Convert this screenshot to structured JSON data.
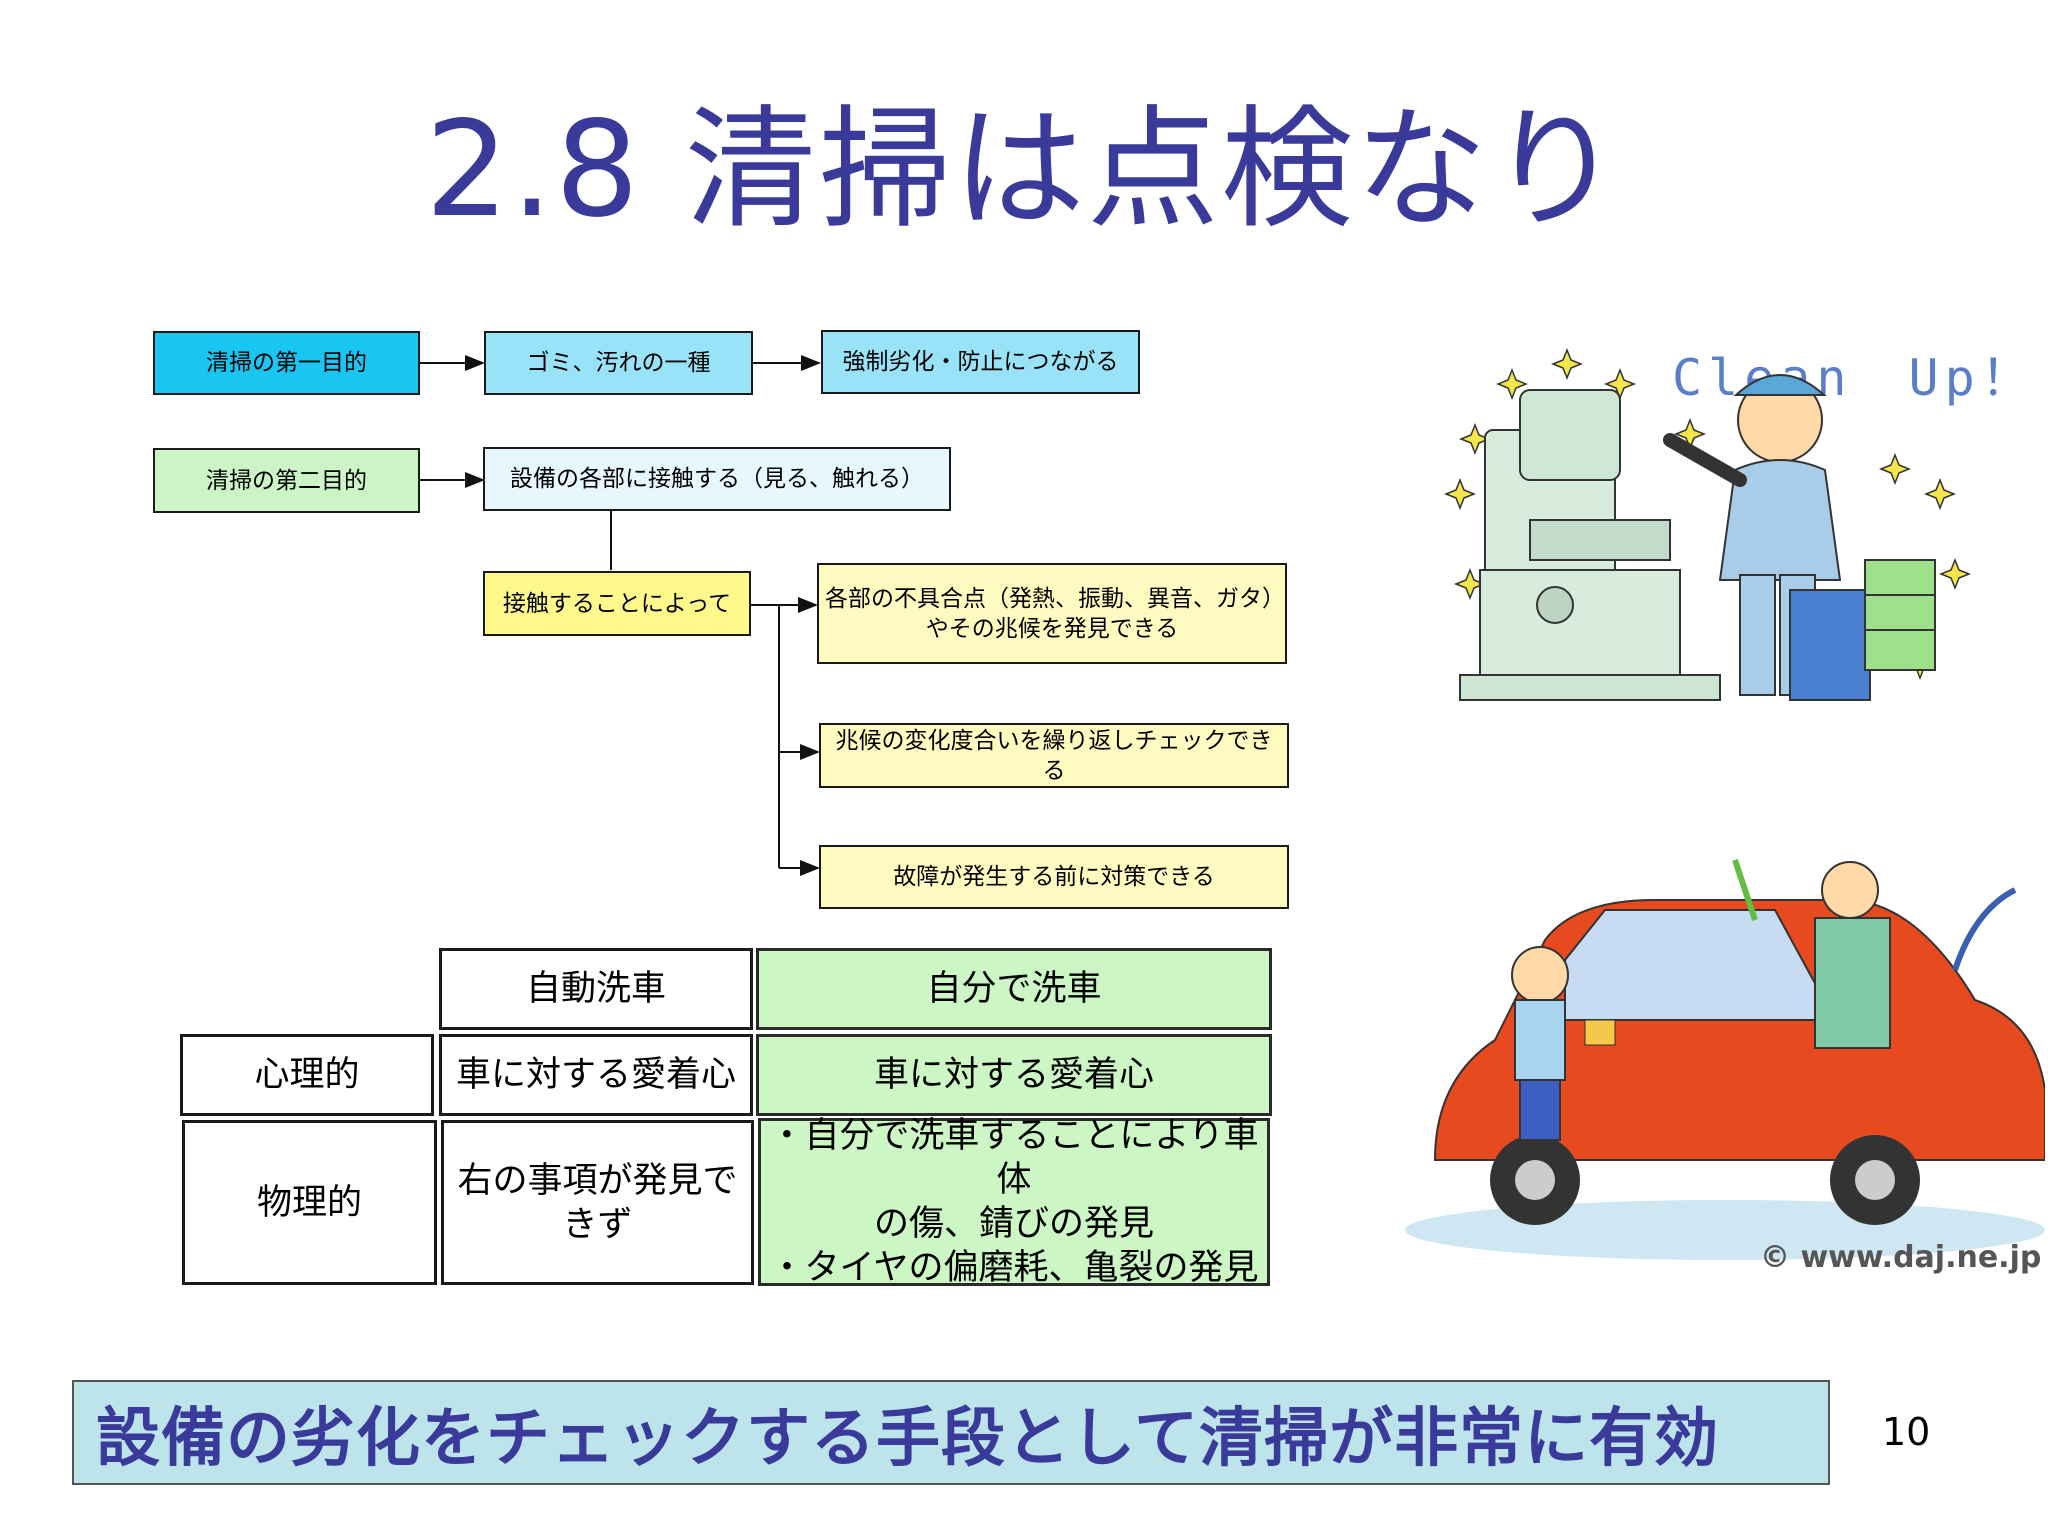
{
  "title": "2.8 清掃は点検なり",
  "flow": {
    "purpose1": "清掃の第一目的",
    "dust": "ゴミ、汚れの一種",
    "prevent": "強制劣化・防止につながる",
    "purpose2": "清掃の第二目的",
    "touch": "設備の各部に接触する（見る、触れる）",
    "by_touch": "接触することによって",
    "result1_line1": "各部の不具合点（発熱、振動、異音、ガタ）",
    "result1_line2": "やその兆候を発見できる",
    "result2": "兆候の変化度合いを繰り返しチェックできる",
    "result3": "故障が発生する前に対策できる"
  },
  "illustration1": {
    "caption": "Clean　Up！"
  },
  "illustration2": {
    "credit": "© www.daj.ne.jp"
  },
  "table": {
    "header_auto": "自動洗車",
    "header_self": "自分で洗車",
    "row1_label": "心理的",
    "row1_auto": "車に対する愛着心",
    "row1_self": "車に対する愛着心",
    "row2_label": "物理的",
    "row2_auto_line1": "右の事項が発見で",
    "row2_auto_line2": "きず",
    "row2_self_line1": "・自分で洗車することにより車体",
    "row2_self_line2": "の傷、錆びの発見",
    "row2_self_line3": "・タイヤの偏磨耗、亀裂の発見"
  },
  "banner": "設備の劣化をチェックする手段として清掃が非常に有効",
  "page_number": "10",
  "colors": {
    "title": "#3a3a9a",
    "cyan": "#19c6f2",
    "light_cyan": "#99e3f8",
    "green": "#ccf4c7",
    "yellow": "#fff88a",
    "light_yellow": "#fffbc0",
    "banner_bg": "#bde4ea"
  }
}
